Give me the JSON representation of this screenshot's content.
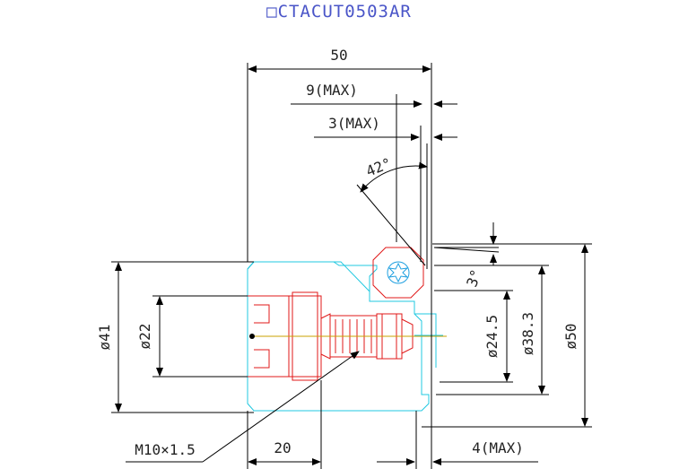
{
  "title": "□CTACUT0503AR",
  "dimensions": {
    "overall_length": "50",
    "max_9": "9(MAX)",
    "max_3": "3(MAX)",
    "angle_42": "42°",
    "angle_3": "3°",
    "dia_41": "ø41",
    "dia_22": "ø22",
    "dia_24_5": "ø24.5",
    "dia_38_3": "ø38.3",
    "dia_50": "ø50",
    "thread": "M10×1.5",
    "length_20": "20",
    "max_4": "4(MAX)"
  },
  "colors": {
    "dimension_line": "#000000",
    "body_outline": "#20c8e0",
    "screw_outline": "#e01818",
    "title": "#4a55c8",
    "centerline": "#c8a000"
  }
}
